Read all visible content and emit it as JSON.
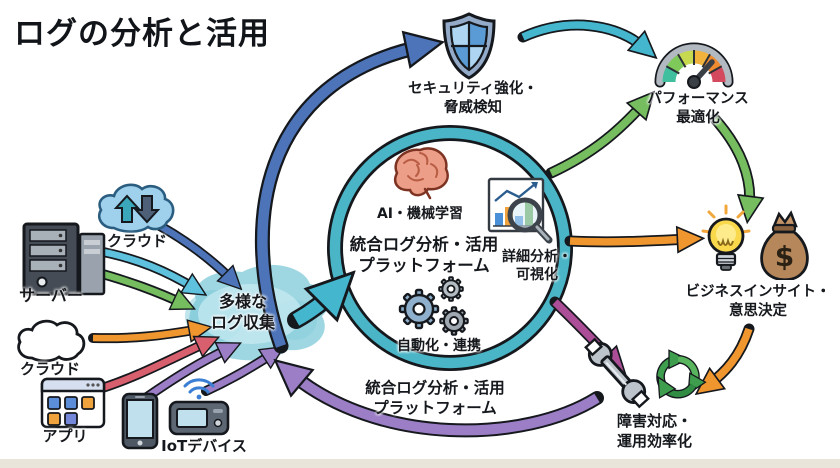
{
  "title": "ログの分析と活用",
  "sources": {
    "cloud_top": {
      "label": "クラウド"
    },
    "server": {
      "label": "サーバー"
    },
    "cloud_bottom": {
      "label": "クラウド"
    },
    "app": {
      "label": "アプリ"
    },
    "iot": {
      "label": "IoTデバイス"
    }
  },
  "collection": {
    "line1": "多様な",
    "line2": "ログ収集"
  },
  "platform": {
    "ai_label": "AI・機械学習",
    "name_line1": "統合ログ分析・活用",
    "name_line2": "プラットフォーム",
    "analysis_line1": "詳細分析・",
    "analysis_line2": "可視化",
    "automation_label": "自動化・連携"
  },
  "outcomes": {
    "security": {
      "line1": "セキュリティ強化・",
      "line2": "脅威検知"
    },
    "performance": {
      "line1": "パフォーマンス",
      "line2": "最適化"
    },
    "business": {
      "line1": "ビジネスインサイト・",
      "line2": "意思決定"
    },
    "operations": {
      "line1": "障害対応・",
      "line2": "運用効率化"
    }
  },
  "loop_label": {
    "line1": "統合ログ分析・活用",
    "line2": "プラットフォーム"
  },
  "money_bag_symbol": "$",
  "palette": {
    "ring_teal": "#4ab5c6",
    "collection_blob": "#9ed7e2",
    "arrow_blue": "#4d74b8",
    "arrow_cyan": "#5ec2de",
    "arrow_green": "#76bd60",
    "arrow_orange": "#f0962f",
    "arrow_rose": "#d85f6e",
    "arrow_purple": "#9b7ec6",
    "arrow_teal": "#44b7cf",
    "arrow_magenta": "#ab4e97",
    "recycle_green": "#3f9e4d",
    "bulb_yellow": "#f9d84c",
    "moneybag_tan": "#b5875a"
  }
}
